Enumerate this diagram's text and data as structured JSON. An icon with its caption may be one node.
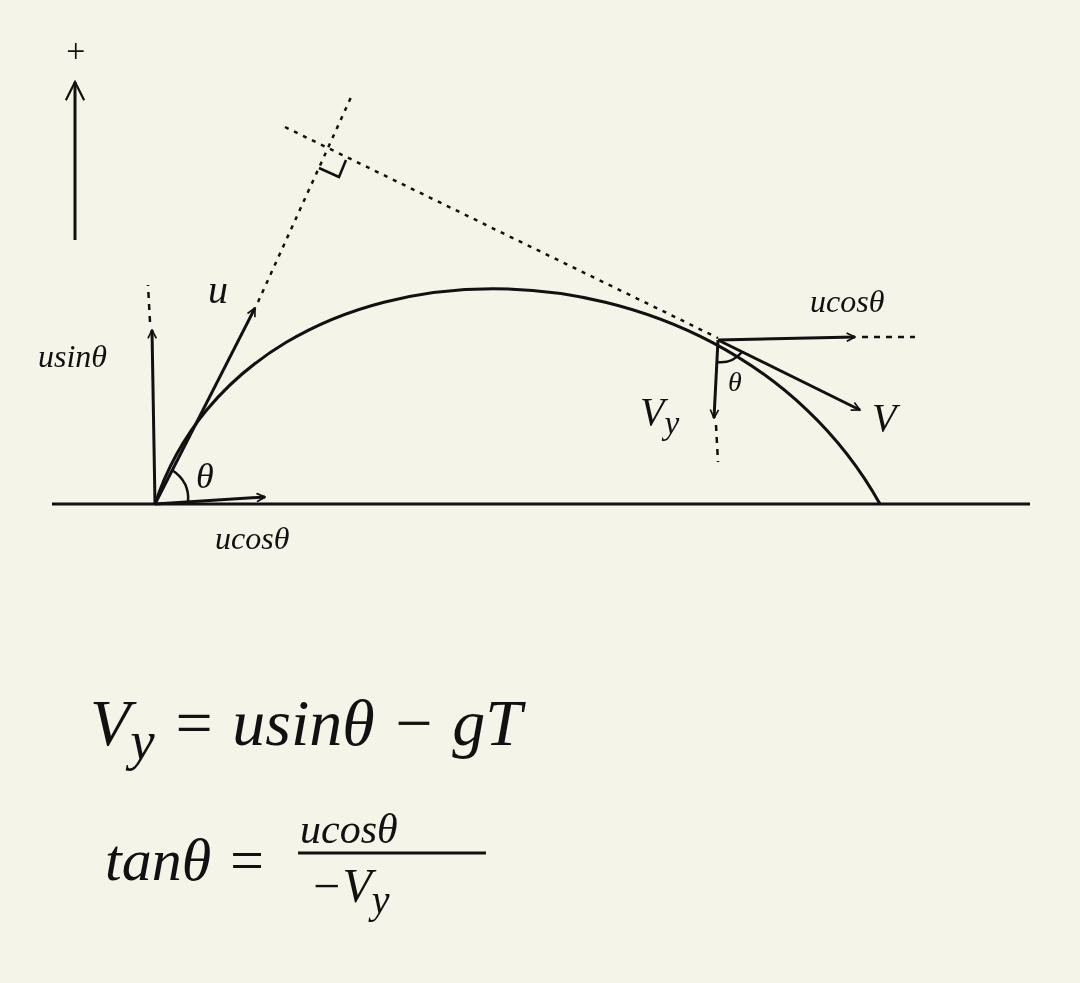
{
  "diagram": {
    "labels": [
      "+",
      "u",
      "ucosθ",
      "usinθ",
      "V$_{y}$",
      "θ",
      "V",
      "θ",
      "ucosθ",
      "V$_{y}$ = usinθ − gT",
      "tanθ =",
      "ucosθ",
      "−V$_{y}$"
    ]
  }
}
